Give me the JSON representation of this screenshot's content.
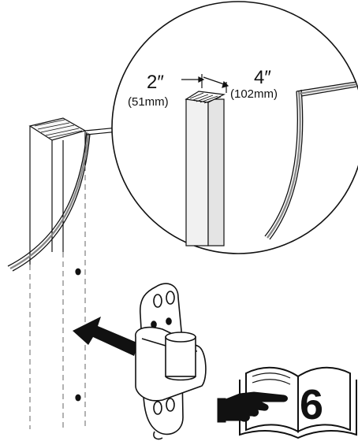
{
  "diagram": {
    "width_label": "2″",
    "width_metric": "(51mm)",
    "depth_label": "4″",
    "depth_metric": "(102mm)",
    "step_number": "6"
  },
  "colors": {
    "ink": "#111111",
    "lumber_face": "#f2f2f2",
    "lumber_shade": "#dddddd",
    "panel_edge": "#888888",
    "bracket_fill": "#ffffff",
    "arrow": "#111111"
  },
  "icons": {
    "arrow": "arrow-left-icon",
    "hand": "pointing-hand-icon",
    "book": "open-book-icon"
  }
}
